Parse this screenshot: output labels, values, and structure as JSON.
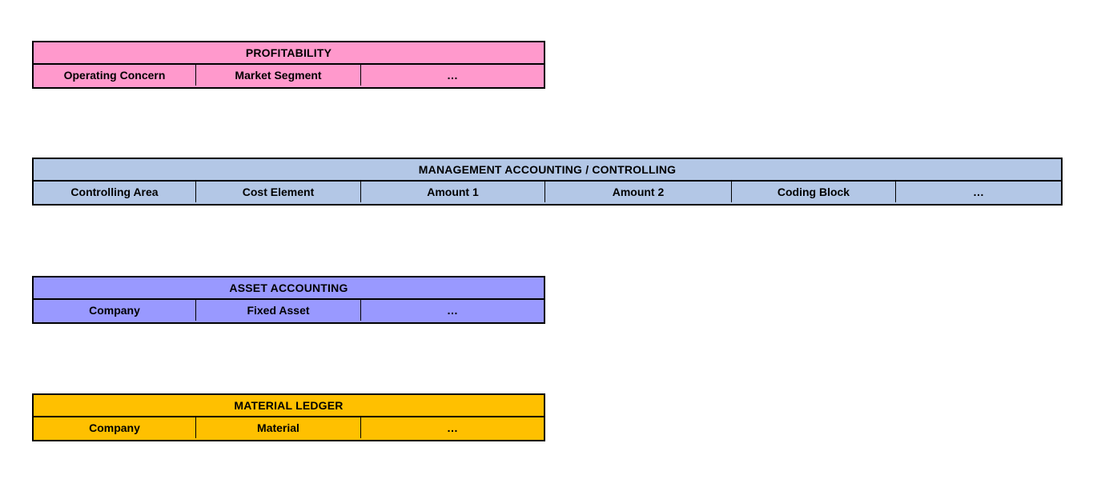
{
  "diagram": {
    "type": "entity-structure-tables",
    "background_color": "#ffffff",
    "border_color": "#000000",
    "ellipsis_glyph": "…",
    "tables": [
      {
        "id": "profitability",
        "title": "PROFITABILITY",
        "fill_color": "#ff99cc",
        "fields": [
          "Operating Concern",
          "Market Segment",
          "…"
        ]
      },
      {
        "id": "controlling",
        "title": "MANAGEMENT ACCOUNTING / CONTROLLING",
        "fill_color": "#b3c7e6",
        "fields": [
          "Controlling Area",
          "Cost Element",
          "Amount 1",
          "Amount 2",
          "Coding Block",
          "…"
        ]
      },
      {
        "id": "asset",
        "title": "ASSET ACCOUNTING",
        "fill_color": "#9999ff",
        "fields": [
          "Company",
          "Fixed Asset",
          "…"
        ]
      },
      {
        "id": "material",
        "title": "MATERIAL LEDGER",
        "fill_color": "#ffc000",
        "fields": [
          "Company",
          "Material",
          "…"
        ]
      }
    ]
  }
}
